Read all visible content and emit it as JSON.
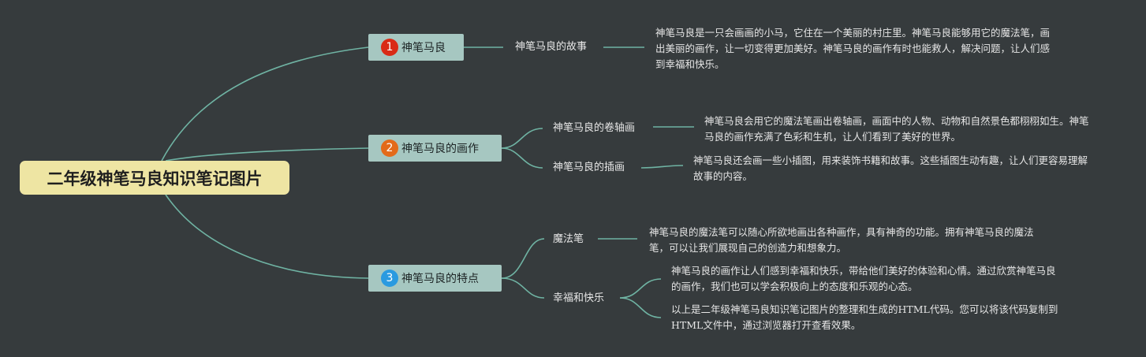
{
  "root": {
    "title": "二年级神笔马良知识笔记图片"
  },
  "branches": [
    {
      "number": "1",
      "badge_color": "#d92b16",
      "label": "神笔马良",
      "children": [
        {
          "label": "神笔马良的故事",
          "details": [
            "神笔马良是一只会画画的小马，它住在一个美丽的村庄里。神笔马良能够用它的魔法笔，画出美丽的画作，让一切变得更加美好。神笔马良的画作有时也能救人，解决问题，让人们感到幸福和快乐。"
          ]
        }
      ]
    },
    {
      "number": "2",
      "badge_color": "#e36a1a",
      "label": "神笔马良的画作",
      "children": [
        {
          "label": "神笔马良的卷轴画",
          "details": [
            "神笔马良会用它的魔法笔画出卷轴画，画面中的人物、动物和自然景色都栩栩如生。神笔马良的画作充满了色彩和生机，让人们看到了美好的世界。"
          ]
        },
        {
          "label": "神笔马良的插画",
          "details": [
            "神笔马良还会画一些小插图，用来装饰书籍和故事。这些插图生动有趣，让人们更容易理解故事的内容。"
          ]
        }
      ]
    },
    {
      "number": "3",
      "badge_color": "#2a9ae0",
      "label": "神笔马良的特点",
      "children": [
        {
          "label": "魔法笔",
          "details": [
            "神笔马良的魔法笔可以随心所欲地画出各种画作，具有神奇的功能。拥有神笔马良的魔法笔，可以让我们展现自己的创造力和想象力。"
          ]
        },
        {
          "label": "幸福和快乐",
          "details": [
            "神笔马良的画作让人们感到幸福和快乐，带给他们美好的体验和心情。通过欣赏神笔马良的画作，我们也可以学会积极向上的态度和乐观的心态。",
            "以上是二年级神笔马良知识笔记图片的整理和生成的HTML代码。您可以将该代码复制到HTML文件中，通过浏览器打开查看效果。"
          ]
        }
      ]
    }
  ],
  "colors": {
    "background": "#363b3d",
    "connector": "#6fb3a3",
    "root_fill": "#eee5a3",
    "branch_fill": "#a6c7c1"
  }
}
